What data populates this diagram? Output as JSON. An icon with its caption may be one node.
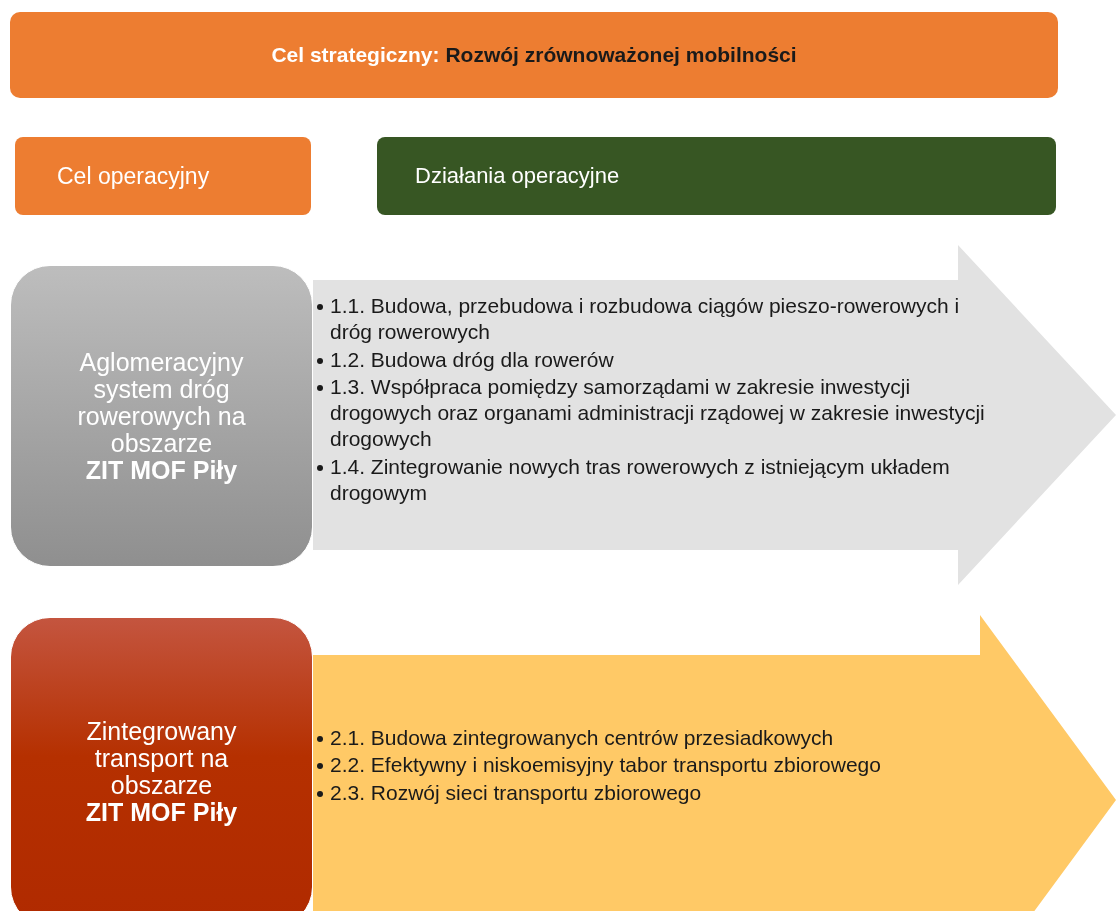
{
  "diagram": {
    "nodes": [
      {
        "text": [
          "Cel strategiczny:",
          "Rozwój zrównoważonej mobilności"
        ]
      },
      {
        "text": [
          "Cel operacyjny"
        ]
      },
      {
        "text": [
          "Działania operacyjne"
        ]
      },
      {
        "text": [
          "Aglomeracyjny system dróg rowerowych na obszarze **ZIT MOF Piły**"
        ]
      },
      {
        "text": [
          "1.1. Budowa, przebudowa i rozbudowa ciągów pieszo-rowerowych i dróg rowerowych",
          "1.2. Budowa dróg dla rowerów",
          "1.3. Współpraca pomiędzy samorządami w zakresie inwestycji drogowych oraz organami administracji rządowej w zakresie inwestycji drogowych",
          "1.4. Zintegrowanie nowych tras rowerowych z istniejącym układem drogowym"
        ]
      },
      {
        "text": [
          "Zintegrowany transport na obszarze **ZIT MOF Piły**"
        ]
      },
      {
        "text": [
          "2.1. Budowa zintegrowanych centrów przesiadkowych",
          "2.2. Efektywny i niskoemisyjny tabor transportu zbiorowego",
          "2.3. Rozwój sieci transportu zbiorowego"
        ]
      }
    ]
  }
}
